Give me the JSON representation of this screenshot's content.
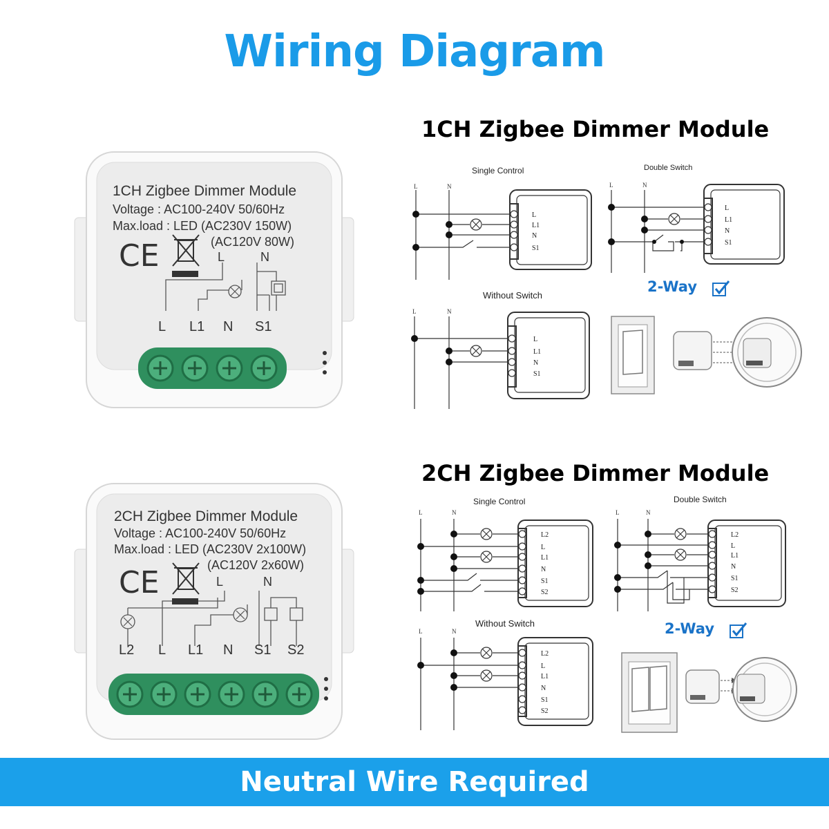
{
  "title": "Wiring Diagram",
  "banner": "Neutral Wire Required",
  "section1": {
    "title": "1CH Zigbee Dimmer Module",
    "single_control": "Single Control",
    "double_switch": "Double Switch",
    "without_switch": "Without Switch",
    "two_way": "2-Way",
    "line_labels": [
      "L",
      "N"
    ],
    "terminals": [
      "L",
      "L1",
      "N",
      "S1"
    ]
  },
  "section2": {
    "title": "2CH Zigbee Dimmer Module",
    "single_control": "Single Control",
    "double_switch": "Double Switch",
    "without_switch": "Without Switch",
    "two_way": "2-Way",
    "line_labels": [
      "L",
      "N"
    ],
    "terminals": [
      "L2",
      "L",
      "L1",
      "N",
      "S1",
      "S2"
    ]
  },
  "module1": {
    "name": "1CH Zigbee Dimmer Module",
    "voltage": "Voltage : AC100-240V 50/60Hz",
    "max_load": "Max.load : LED (AC230V 150W)",
    "max_load2": "(AC120V 80W)",
    "ce": "CE",
    "wire_labels": [
      "L",
      "N"
    ],
    "terminals": [
      "L",
      "L1",
      "N",
      "S1"
    ]
  },
  "module2": {
    "name": "2CH Zigbee Dimmer Module",
    "voltage": "Voltage : AC100-240V 50/60Hz",
    "max_load": "Max.load : LED (AC230V 2x100W)",
    "max_load2": "(AC120V 2x60W)",
    "ce": "CE",
    "wire_labels": [
      "L",
      "N"
    ],
    "terminals": [
      "L2",
      "L",
      "L1",
      "N",
      "S1",
      "S2"
    ]
  },
  "colors": {
    "title_blue": "#1a9be8",
    "banner_blue": "#1ba0ea",
    "terminal_green": "#2f8f5e",
    "way_blue": "#1a73c8"
  }
}
